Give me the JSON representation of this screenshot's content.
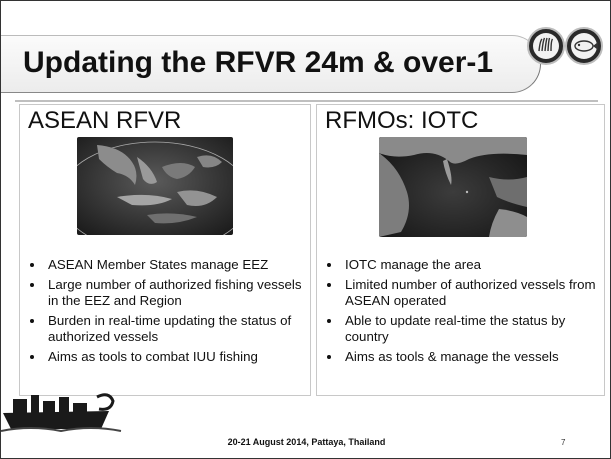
{
  "slide": {
    "title": "Updating the RFVR 24m & over-1",
    "panels": [
      {
        "heading": "ASEAN RFVR",
        "map_caption": "ASEAN region satellite map",
        "bullets": [
          "ASEAN Member States manage EEZ",
          "Large number of authorized fishing vessels in the EEZ and Region",
          "Burden in real-time updating the status of authorized vessels",
          "Aims as tools to combat IUU fishing"
        ]
      },
      {
        "heading": "RFMOs: IOTC",
        "map_caption": "Indian Ocean satellite map",
        "bullets": [
          "IOTC manage the area",
          "Limited number of authorized vessels from ASEAN operated",
          "Able to update real-time the status by country",
          "Aims as tools & manage the vessels"
        ]
      }
    ],
    "footer": "20-21 August 2014, Pattaya, Thailand",
    "page_number": "7"
  },
  "icons": [
    "asean-logo-icon",
    "seafdec-logo-icon",
    "fishing-boat-icon"
  ]
}
